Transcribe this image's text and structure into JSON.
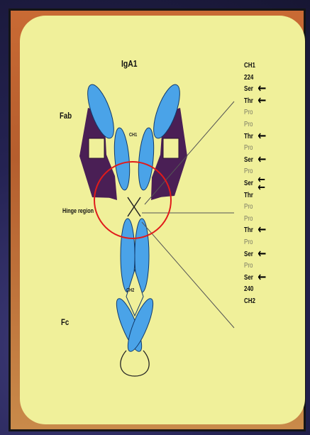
{
  "title": "IgA1",
  "labels": {
    "fab": "Fab",
    "hinge": "Hinge region",
    "fc": "Fc",
    "ch1": "CH1",
    "ch2": "CH2"
  },
  "sequence": [
    {
      "text": "CH1",
      "style": "bold",
      "arrows": 0
    },
    {
      "text": "224",
      "style": "bold",
      "arrows": 0
    },
    {
      "text": "Ser",
      "style": "bold",
      "arrows": 1
    },
    {
      "text": "Thr",
      "style": "bold",
      "arrows": 1
    },
    {
      "text": "Pro",
      "style": "light",
      "arrows": 0
    },
    {
      "text": "Pro",
      "style": "light",
      "arrows": 0
    },
    {
      "text": "Thr",
      "style": "bold",
      "arrows": 1
    },
    {
      "text": "Pro",
      "style": "light",
      "arrows": 0
    },
    {
      "text": "Ser",
      "style": "bold",
      "arrows": 1
    },
    {
      "text": "Pro",
      "style": "light",
      "arrows": 0
    },
    {
      "text": "Ser",
      "style": "bold",
      "arrows": 2
    },
    {
      "text": "Thr",
      "style": "bold",
      "arrows": 0
    },
    {
      "text": "Pro",
      "style": "light",
      "arrows": 0
    },
    {
      "text": "Pro",
      "style": "light",
      "arrows": 0
    },
    {
      "text": "Thr",
      "style": "bold",
      "arrows": 1
    },
    {
      "text": "Pro",
      "style": "light",
      "arrows": 0
    },
    {
      "text": "Ser",
      "style": "bold",
      "arrows": 1
    },
    {
      "text": "Pro",
      "style": "light",
      "arrows": 0
    },
    {
      "text": "Ser",
      "style": "bold",
      "arrows": 1
    },
    {
      "text": "240",
      "style": "bold",
      "arrows": 0
    },
    {
      "text": "CH2",
      "style": "bold",
      "arrows": 0
    }
  ],
  "colors": {
    "heavy_chain": "#4aa3e8",
    "light_chain": "#4a1f55",
    "panel": "#f0f09a",
    "highlight_circle": "#e01b1b"
  }
}
